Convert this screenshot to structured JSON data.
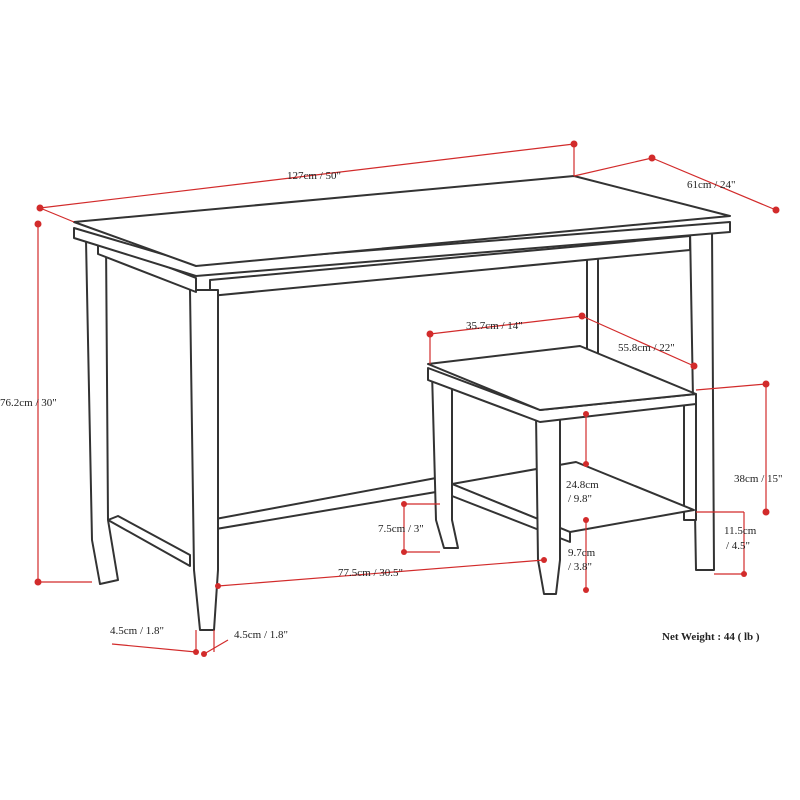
{
  "colors": {
    "dimension": "#d22b2b",
    "outline": "#333333"
  },
  "dimensions": {
    "desk_width": "127cm / 50\"",
    "desk_depth": "61cm / 24\"",
    "desk_height": "76.2cm / 30\"",
    "bench_width": "35.7cm / 14\"",
    "bench_depth": "55.8cm / 22\"",
    "bench_height": "38cm / 15\"",
    "bench_inner_1": "24.8cm",
    "bench_inner_2": "/ 9.8\"",
    "desk_stretcher_height": "7.5cm / 3\"",
    "desk_inner_width": "77.5cm / 30.5\"",
    "bench_stretcher_1": "9.7cm",
    "bench_stretcher_2": "/ 3.8\"",
    "bench_clearance_1": "11.5cm",
    "bench_clearance_2": "/ 4.5\"",
    "leg_width_left": "4.5cm / 1.8\"",
    "leg_width_right": "4.5cm / 1.8\""
  },
  "net_weight": "Net Weight : 44 ( lb )"
}
